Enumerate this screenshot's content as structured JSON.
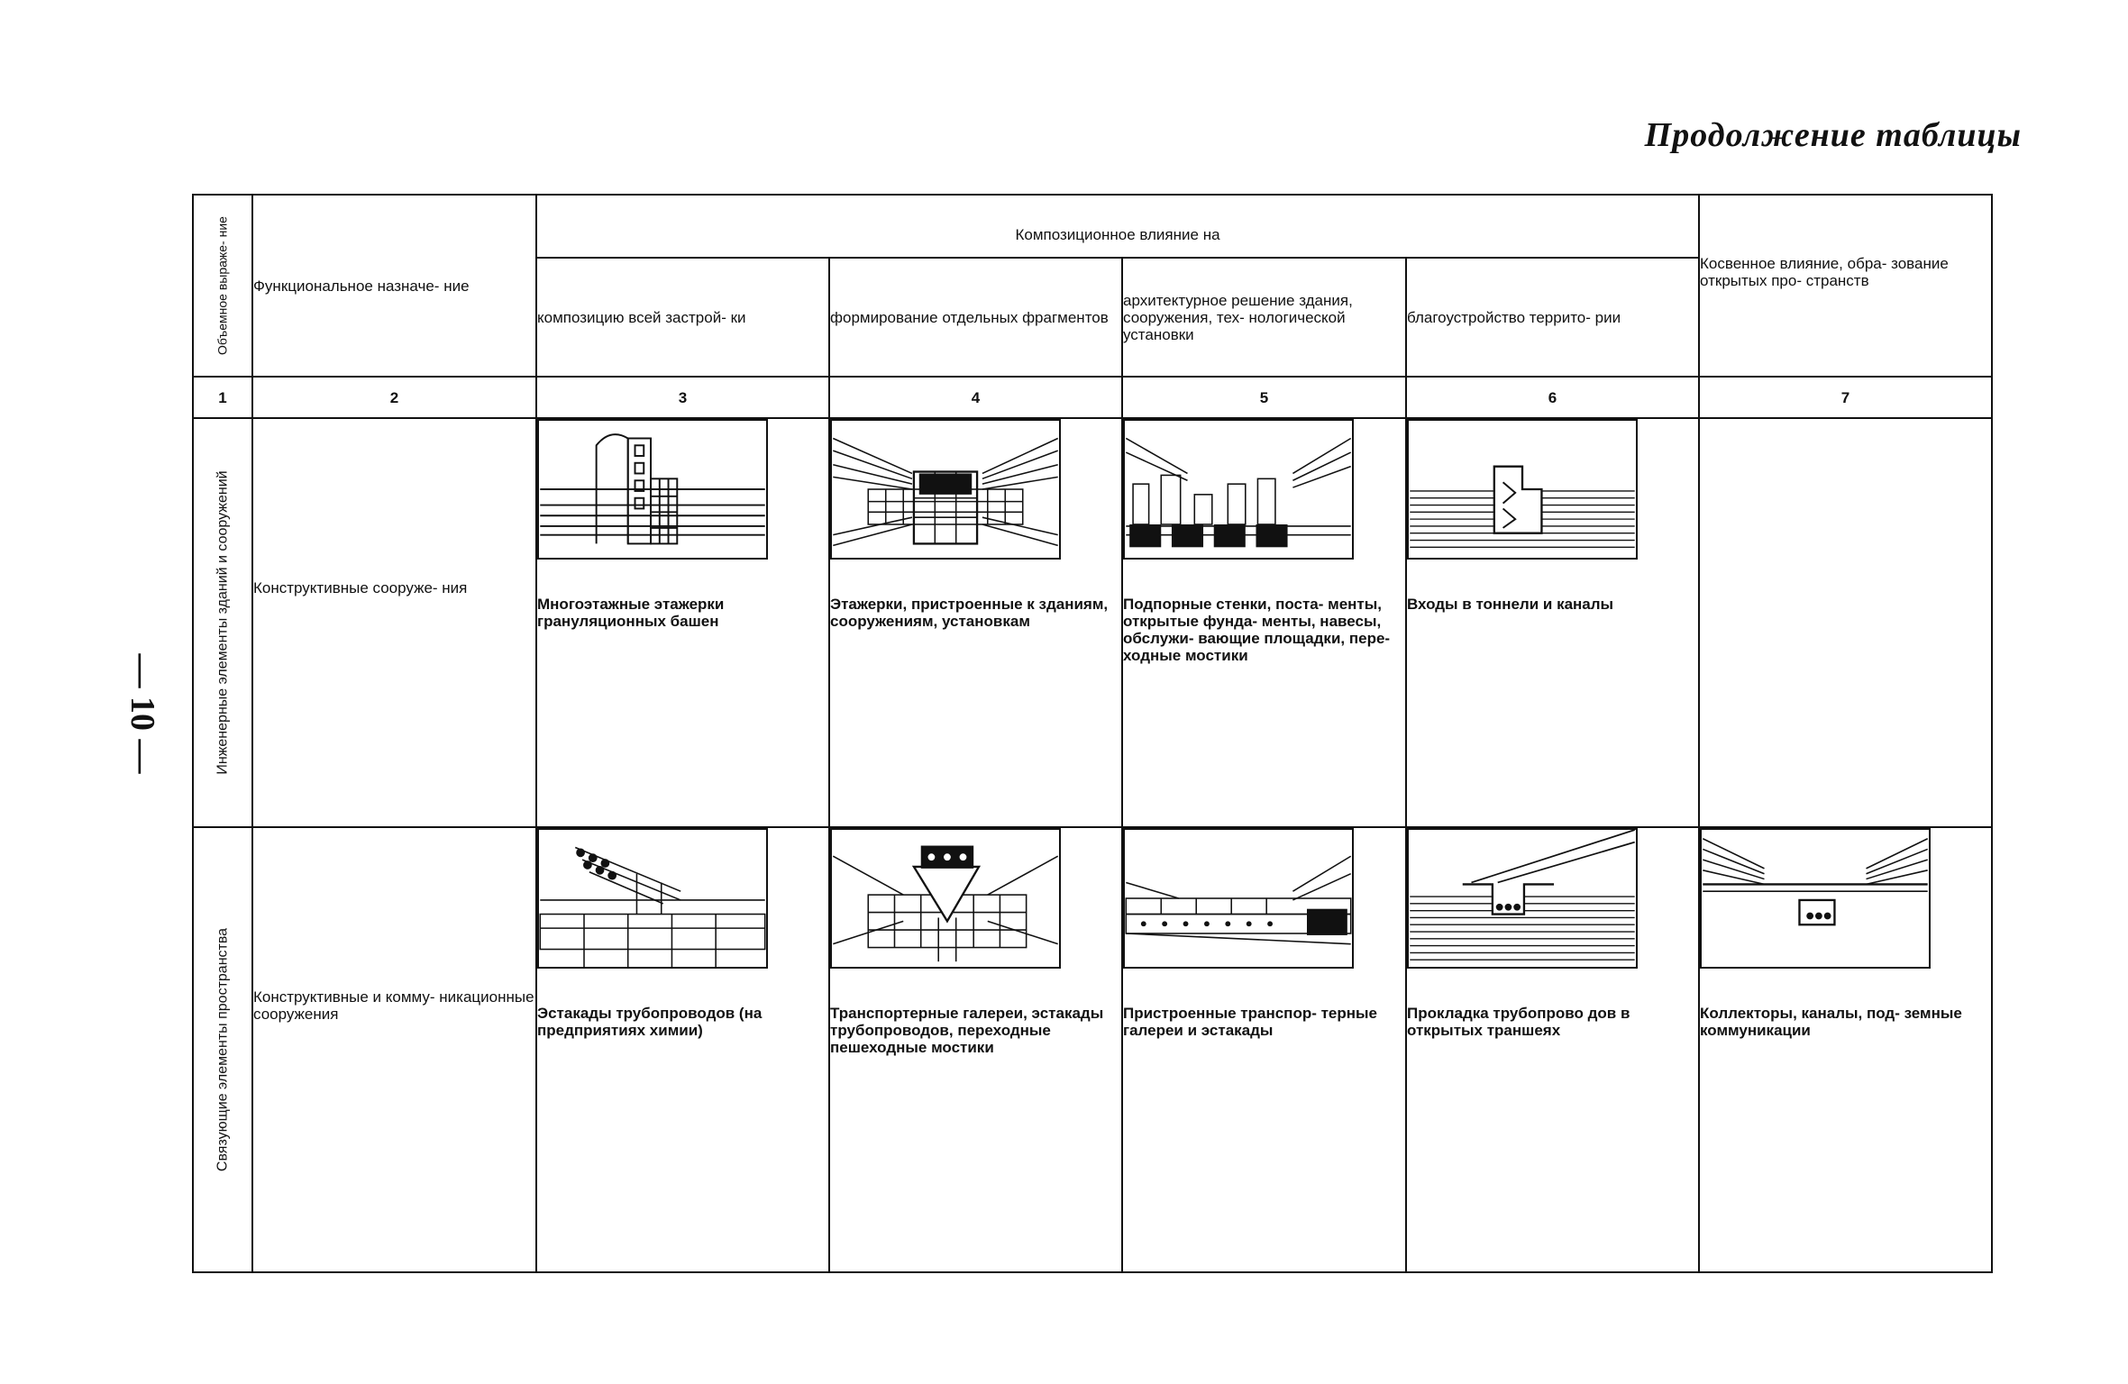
{
  "continuation_title": "Продолжение таблицы",
  "page_number": "— 10 —",
  "header": {
    "col1": "Объемное выраже- ние",
    "col2": "Функциональное назначе- ние",
    "group": "Композиционное влияние на",
    "col3": "композицию всей застрой- ки",
    "col4": "формирование отдельных фрагментов",
    "col5": "архитектурное решение здания, сооружения, тех- нологической установки",
    "col6": "благоустройство террито- рии",
    "col7": "Косвенное влияние, обра- зование открытых про- странств"
  },
  "numbers": [
    "1",
    "2",
    "3",
    "4",
    "5",
    "6",
    "7"
  ],
  "rows": [
    {
      "category": "Инженерные элементы зданий и сооружений",
      "function": "Конструктивные сооруже- ния",
      "cells": [
        {
          "icon": "multistory-rack-illustration",
          "caption": "Многоэтажные этажерки грануляционных башен"
        },
        {
          "icon": "attached-rack-illustration",
          "caption": "Этажерки, пристроенные к зданиям, сооружениям, установкам"
        },
        {
          "icon": "retaining-walls-illustration",
          "caption": "Подпорные стенки, поста- менты, открытые фунда- менты, навесы, обслужи- вающие площадки, пере- ходные мостики"
        },
        {
          "icon": "tunnel-entrance-illustration",
          "caption": "Входы в тоннели и каналы"
        },
        {
          "icon": "",
          "caption": ""
        }
      ]
    },
    {
      "category": "Связующие элементы пространства",
      "function": "Конструктивные и комму- никационные сооружения",
      "cells": [
        {
          "icon": "pipeline-trestle-illustration",
          "caption": "Эстакады трубопроводов (на предприятиях химии)"
        },
        {
          "icon": "conveyor-gallery-illustration",
          "caption": "Транспортерные галереи, эстакады трубопроводов, переходные пешеходные мостики"
        },
        {
          "icon": "attached-gallery-illustration",
          "caption": "Пристроенные транспор- терные галереи и эстакады"
        },
        {
          "icon": "pipeline-trench-illustration",
          "caption": "Прокладка трубопрово дов в открытых траншеях"
        },
        {
          "icon": "underground-collector-illustration",
          "caption": "Коллекторы, каналы, под- земные коммуникации"
        }
      ]
    }
  ]
}
